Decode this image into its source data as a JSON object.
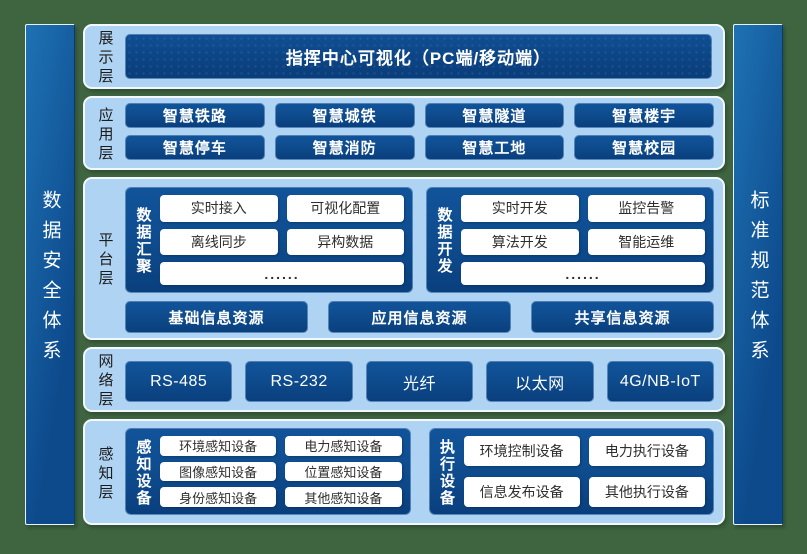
{
  "colors": {
    "bg-green": "#3E6440",
    "panel-blue": "#AFD3F2",
    "box-blue": "#0E4C8E",
    "box-blue-dark": "#0A3F7D",
    "sidebar-blue-light": "#1E72B4",
    "sidebar-blue-dark": "#0D4A8C",
    "text-dark": "#1C1C1C",
    "white": "#FFFFFF"
  },
  "sidebars": {
    "left": {
      "label": "数据安全体系"
    },
    "right": {
      "label": "标准规范体系"
    }
  },
  "layers": [
    {
      "label": "展示层",
      "banner": "指挥中心可视化（PC端/移动端）"
    },
    {
      "label": "应用层",
      "items": [
        "智慧铁路",
        "智慧城铁",
        "智慧隧道",
        "智慧楼宇",
        "智慧停车",
        "智慧消防",
        "智慧工地",
        "智慧校园"
      ]
    },
    {
      "label": "平台层",
      "groups": [
        {
          "label": "数据汇聚",
          "items": [
            "实时接入",
            "可视化配置",
            "离线同步",
            "异构数据"
          ],
          "more": "......"
        },
        {
          "label": "数据开发",
          "items": [
            "实时开发",
            "监控告警",
            "算法开发",
            "智能运维"
          ],
          "more": "......"
        }
      ],
      "resources": [
        "基础信息资源",
        "应用信息资源",
        "共享信息资源"
      ]
    },
    {
      "label": "网络层",
      "items": [
        "RS-485",
        "RS-232",
        "光纤",
        "以太网",
        "4G/NB-IoT"
      ]
    },
    {
      "label": "感知层",
      "groups": [
        {
          "label": "感知设备",
          "items": [
            "环境感知设备",
            "电力感知设备",
            "图像感知设备",
            "位置感知设备",
            "身份感知设备",
            "其他感知设备"
          ]
        },
        {
          "label": "执行设备",
          "items": [
            "环境控制设备",
            "电力执行设备",
            "信息发布设备",
            "其他执行设备"
          ]
        }
      ]
    }
  ]
}
